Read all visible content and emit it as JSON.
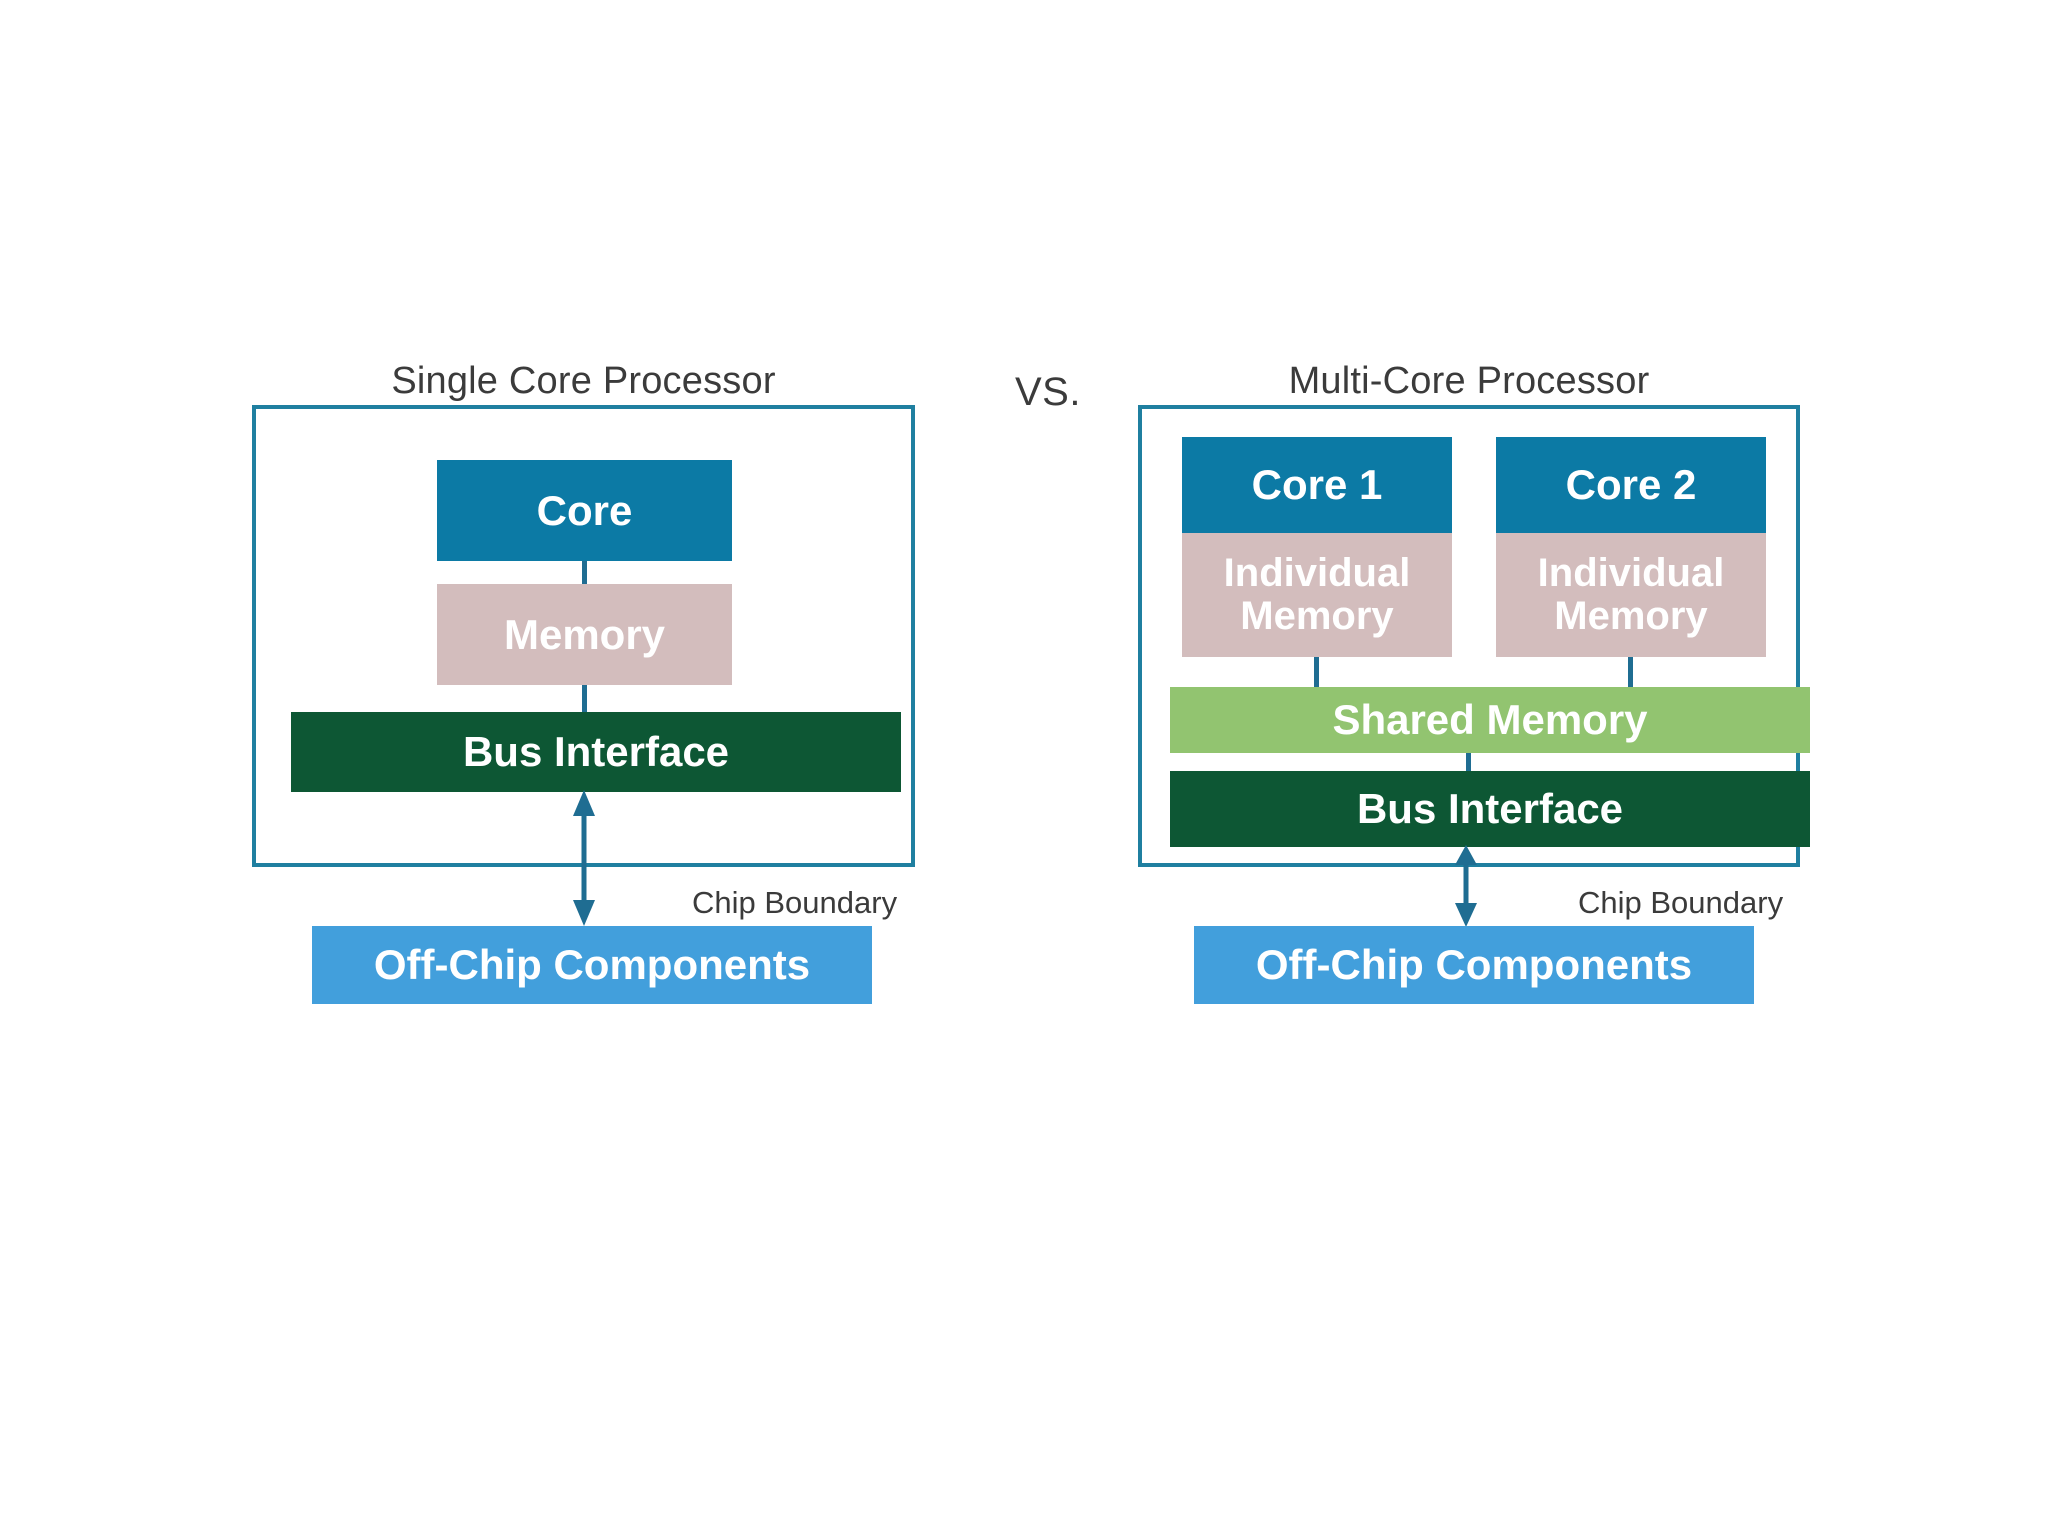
{
  "figure": {
    "comparison_label": "VS.",
    "accent_colors": {
      "chip_border": "#1f7fa0",
      "core_blue": "#0c7aa5",
      "memory_pink": "#d3bdbd",
      "shared_memory_green": "#92c470",
      "bus_interface_green": "#0d5734",
      "off_chip_blue": "#429fdc",
      "connector_blue": "#1f6d92",
      "text_gray": "#3b3b3b"
    }
  },
  "left": {
    "title": "Single Core Processor",
    "core": "Core",
    "memory": "Memory",
    "bus_interface": "Bus Interface",
    "chip_boundary": "Chip Boundary",
    "off_chip": "Off-Chip Components"
  },
  "right": {
    "title": "Multi-Core Processor",
    "core1": "Core 1",
    "core2": "Core 2",
    "individual_memory1": "Individual\nMemory",
    "individual_memory1_line1": "Individual",
    "individual_memory1_line2": "Memory",
    "individual_memory2_line1": "Individual",
    "individual_memory2_line2": "Memory",
    "shared_memory": "Shared Memory",
    "bus_interface": "Bus Interface",
    "chip_boundary": "Chip Boundary",
    "off_chip": "Off-Chip Components"
  }
}
